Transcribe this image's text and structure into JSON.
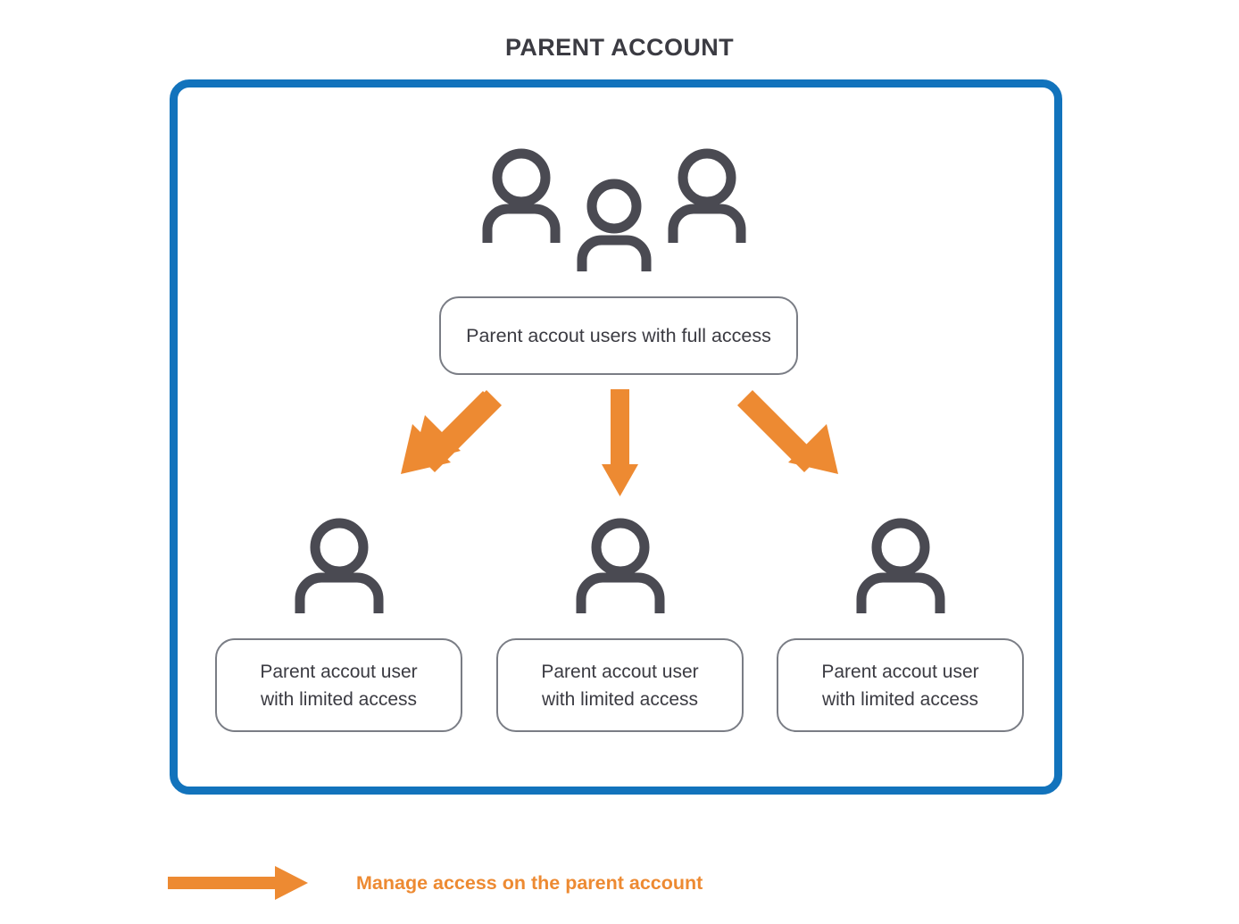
{
  "diagram": {
    "title": "PARENT ACCOUNT",
    "type": "hierarchy-diagram"
  },
  "frame": {
    "name": "parent-account-container",
    "border_color": "#1273bc"
  },
  "colors": {
    "frame_blue": "#1273bc",
    "arrow_orange": "#ED8A32",
    "icon_gray": "#4A4A52",
    "pill_border_gray": "#7a7d85",
    "text_dark": "#3b3b42",
    "background": "#ffffff"
  },
  "parent_node": {
    "label": "Parent accout users with full access",
    "icon": "three-people-icon",
    "icon_count": 3
  },
  "child_nodes": [
    {
      "label": "Parent accout user\nwith limited access",
      "icon": "person-icon"
    },
    {
      "label": "Parent accout user\nwith limited access",
      "icon": "person-icon"
    },
    {
      "label": "Parent accout user\nwith limited access",
      "icon": "person-icon"
    }
  ],
  "arrows": [
    {
      "name": "arrow-to-child-1",
      "direction": "down-left",
      "color": "#ED8A32"
    },
    {
      "name": "arrow-to-child-2",
      "direction": "down",
      "color": "#ED8A32"
    },
    {
      "name": "arrow-to-child-3",
      "direction": "down-right",
      "color": "#ED8A32"
    }
  ],
  "legend": {
    "arrow_icon": "right-arrow-icon",
    "label": "Manage access on the parent account",
    "color": "#ED8A32"
  }
}
